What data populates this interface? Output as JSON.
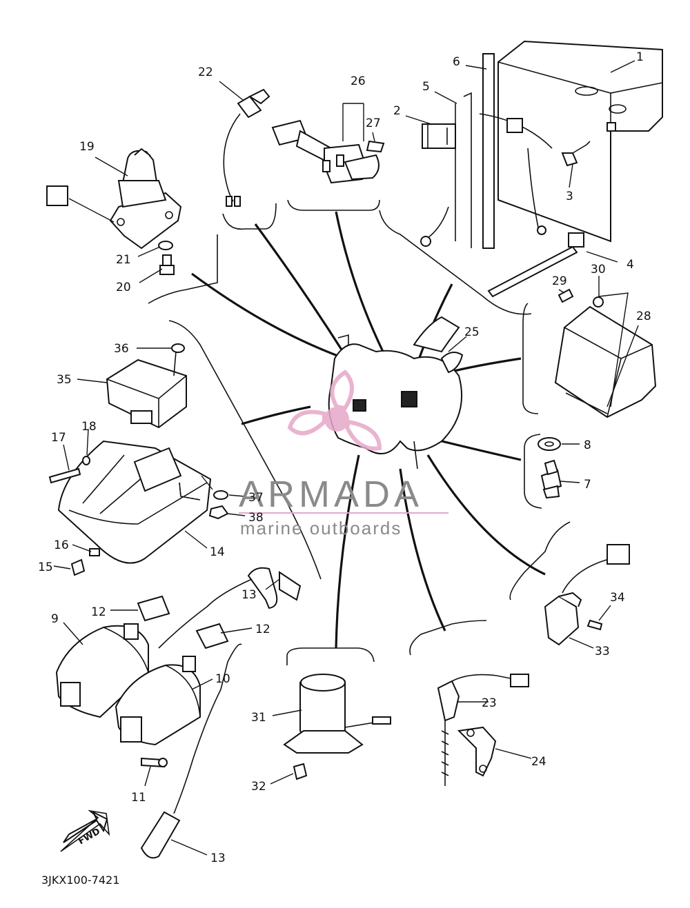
{
  "diagram": {
    "code": "3JKX100-7421",
    "fwd_label": "FWD",
    "watermark": {
      "title": "ARMADA",
      "subtitle": "marine outboards",
      "color": "#e6a8c8"
    },
    "callouts": [
      "1",
      "2",
      "3",
      "4",
      "5",
      "6",
      "7",
      "8",
      "9",
      "10",
      "11",
      "12",
      "12",
      "13",
      "13",
      "14",
      "15",
      "16",
      "17",
      "18",
      "19",
      "20",
      "21",
      "22",
      "23",
      "24",
      "25",
      "26",
      "27",
      "28",
      "29",
      "30",
      "31",
      "32",
      "33",
      "34",
      "35",
      "36",
      "37",
      "38"
    ]
  }
}
